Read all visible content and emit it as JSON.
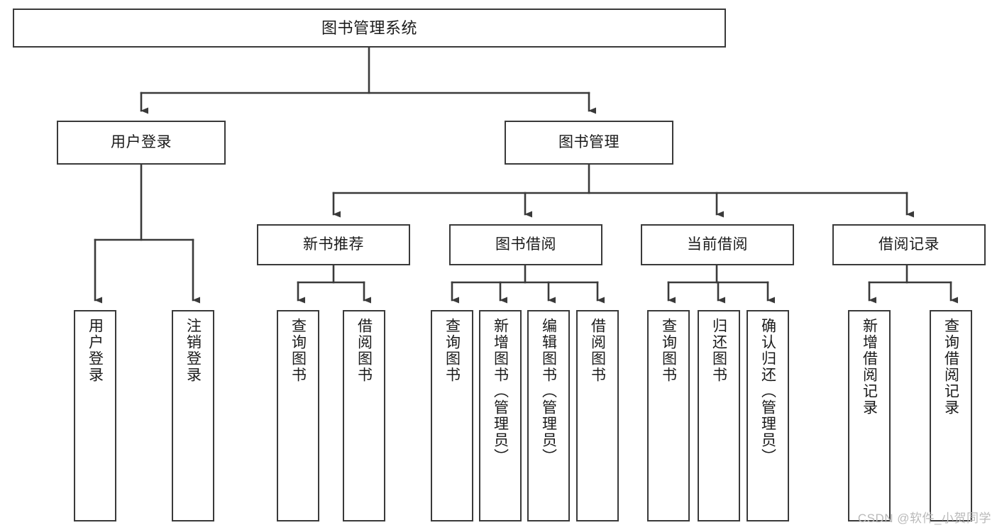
{
  "diagram": {
    "type": "tree-hierarchy-chart",
    "title": "图书管理系统",
    "colors": {
      "box_border": "#3a3a3a",
      "connector": "#3a3a3a",
      "background": "#ffffff",
      "text": "#1b1b1b",
      "watermark": "#b9b9b9"
    },
    "root": {
      "label": "图书管理系统"
    },
    "level2": [
      {
        "id": "user-login",
        "label": "用户登录"
      },
      {
        "id": "book-management",
        "label": "图书管理"
      }
    ],
    "level3": [
      {
        "id": "new-book-recommend",
        "label": "新书推荐"
      },
      {
        "id": "book-borrow",
        "label": "图书借阅"
      },
      {
        "id": "current-borrow",
        "label": "当前借阅"
      },
      {
        "id": "borrow-record",
        "label": "借阅记录"
      }
    ],
    "leaves": {
      "user_login": [
        {
          "id": "leaf-user-login",
          "label": "用户登录"
        },
        {
          "id": "leaf-logout-login",
          "label": "注销登录"
        }
      ],
      "new_book_recommend": [
        {
          "id": "leaf-query-book-1",
          "label": "查询图书"
        },
        {
          "id": "leaf-borrow-book-1",
          "label": "借阅图书"
        }
      ],
      "book_borrow": [
        {
          "id": "leaf-query-book-2",
          "label": "查询图书"
        },
        {
          "id": "leaf-add-book",
          "label": "新增图书（管理员）"
        },
        {
          "id": "leaf-edit-book",
          "label": "编辑图书（管理员）"
        },
        {
          "id": "leaf-borrow-book-2",
          "label": "借阅图书"
        }
      ],
      "current_borrow": [
        {
          "id": "leaf-query-book-3",
          "label": "查询图书"
        },
        {
          "id": "leaf-return-book",
          "label": "归还图书"
        },
        {
          "id": "leaf-confirm-return",
          "label": "确认归还（管理员）"
        }
      ],
      "borrow_record": [
        {
          "id": "leaf-add-record",
          "label": "新增借阅记录"
        },
        {
          "id": "leaf-query-record",
          "label": "查询借阅记录"
        }
      ]
    }
  },
  "watermark": {
    "text": "CSDN @软件_小贺同学"
  }
}
